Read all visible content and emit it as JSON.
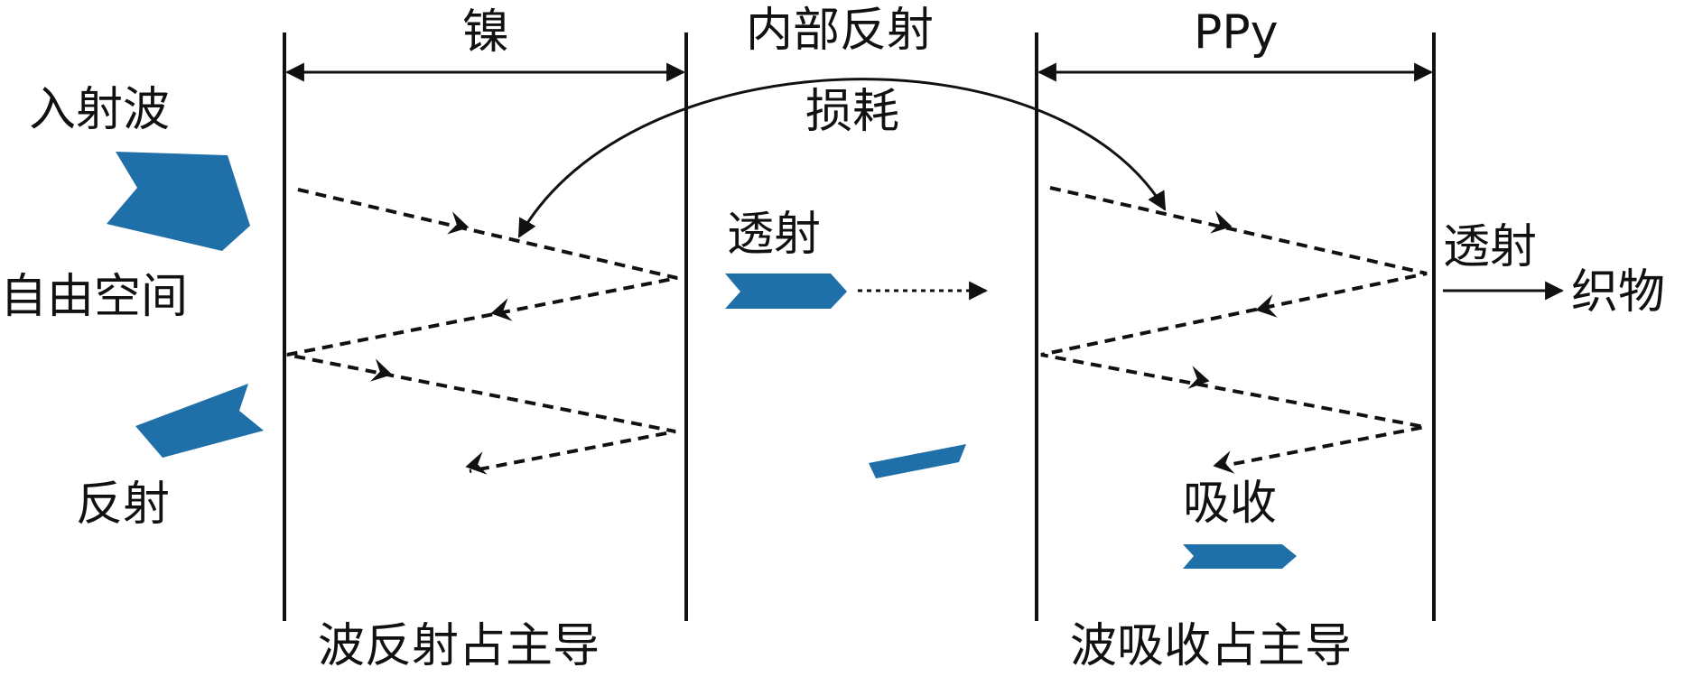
{
  "labels": {
    "nickel": "镍",
    "internal_loss_1": "内部反射",
    "internal_loss_2": "损耗",
    "ppy": "PPy",
    "incident": "入射波",
    "free_space": "自由空间",
    "reflection": "反射",
    "transmission_mid": "透射",
    "transmission_right": "透射",
    "fabric": "织物",
    "absorption": "吸收",
    "reflection_dominant": "波反射占主导",
    "absorption_dominant": "波吸收占主导"
  },
  "colors": {
    "wave_blue": "#1f6fa8",
    "line": "#111111"
  }
}
